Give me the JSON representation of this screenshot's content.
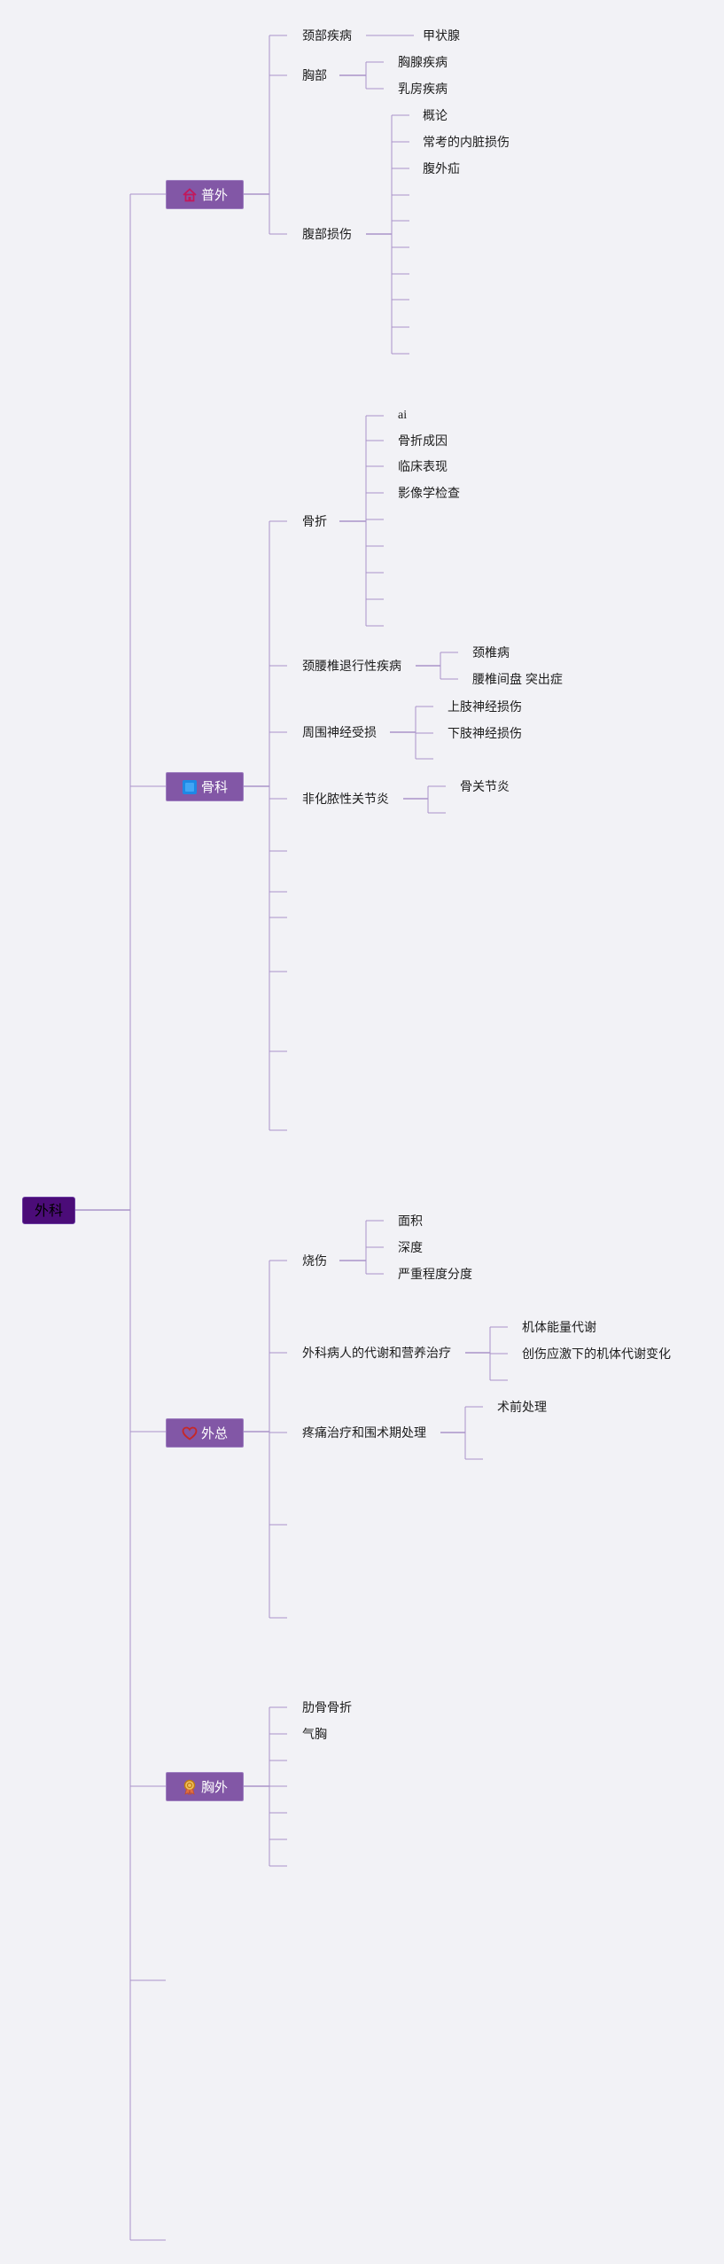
{
  "root": {
    "label": "外科"
  },
  "colors": {
    "line": "#a993c9",
    "branch_fill": "#8257a6",
    "root_fill": "#4b0c78",
    "background": "#f2f2f6"
  },
  "branches": [
    {
      "label": "普外",
      "icon": "home-icon",
      "icon_color": "#c2185b"
    },
    {
      "label": "骨科",
      "icon": "square-icon",
      "icon_color": "#1e88e5"
    },
    {
      "label": "外总",
      "icon": "heart-icon",
      "icon_color": "#c62828"
    },
    {
      "label": "胸外",
      "icon": "award-icon",
      "icon_color": "#e0a030"
    }
  ],
  "nodes": {
    "pw_jingbu": "颈部疾病",
    "pw_jiazhuangxian": "甲状腺",
    "pw_xiongbu": "胸部",
    "pw_xiongxian": "胸腺疾病",
    "pw_rufang": "乳房疾病",
    "pw_fubu": "腹部损伤",
    "pw_gailun": "概论",
    "pw_neizang": "常考的内脏损伤",
    "pw_fuwaishan": "腹外疝",
    "gk_guzhe": "骨折",
    "gk_ai": "ai",
    "gk_chengyin": "骨折成因",
    "gk_linchuang": "临床表现",
    "gk_yingxiang": "影像学检查",
    "gk_jingyao": "颈腰椎退行性疾病",
    "gk_jingzhui": "颈椎病",
    "gk_yaozhui": "腰椎间盘 突出症",
    "gk_zhouwei": "周围神经受损",
    "gk_shangzhi": "上肢神经损伤",
    "gk_xiazhi": "下肢神经损伤",
    "gk_feihua": "非化脓性关节炎",
    "gk_guguanjie": "骨关节炎",
    "wz_shaoshang": "烧伤",
    "wz_mianji": "面积",
    "wz_shendu": "深度",
    "wz_yanzhong": "严重程度分度",
    "wz_daixie": "外科病人的代谢和营养治疗",
    "wz_jitineng": "机体能量代谢",
    "wz_chuangshang": "创伤应激下的机体代谢变化",
    "wz_tengtong": "疼痛治疗和围术期处理",
    "wz_shuqian": "术前处理",
    "xw_leigu": "肋骨骨折",
    "xw_qixiong": "气胸"
  }
}
